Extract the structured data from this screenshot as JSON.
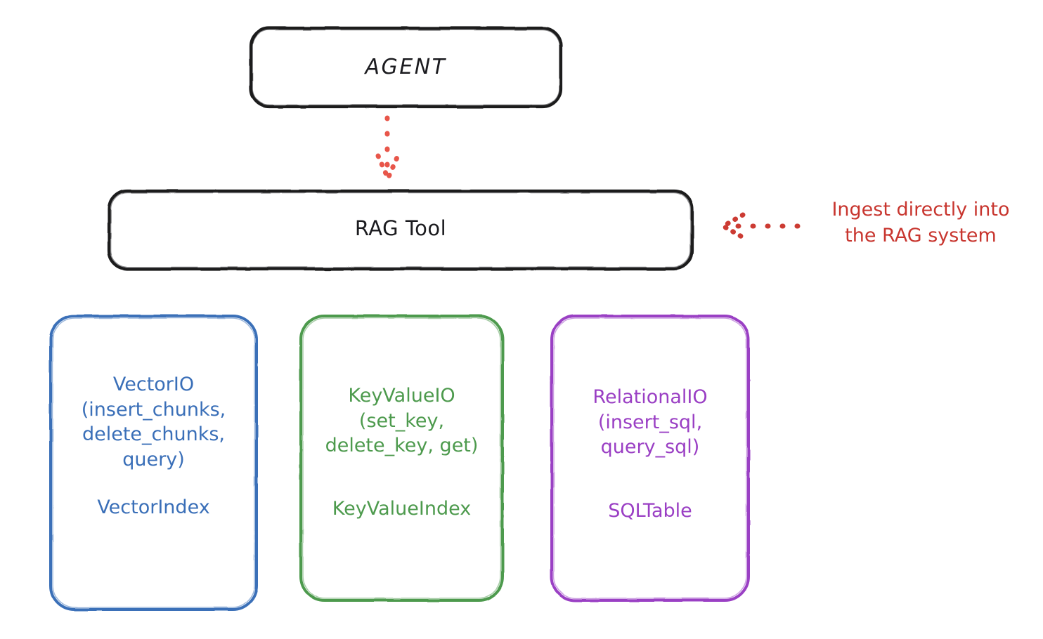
{
  "diagram": {
    "title_node": {
      "label": "AGENT"
    },
    "tool_node": {
      "label": "RAG Tool"
    },
    "annotation": {
      "text": "Ingest directly into\nthe RAG system",
      "color": "#c8362f"
    },
    "arrows": [
      {
        "name": "agent-to-rag",
        "style": "dotted",
        "direction": "down",
        "color": "#e8564a"
      },
      {
        "name": "ingest-to-rag",
        "style": "dotted",
        "direction": "left",
        "color": "#cc3b33"
      }
    ],
    "providers": [
      {
        "id": "vector",
        "color": "#3a6fb8",
        "api": "VectorIO\n(insert_chunks,\ndelete_chunks,\nquery)",
        "index": "VectorIndex"
      },
      {
        "id": "keyvalue",
        "color": "#4d9a4d",
        "api": "KeyValueIO\n(set_key,\ndelete_key, get)",
        "index": "KeyValueIndex"
      },
      {
        "id": "relational",
        "color": "#9a3fc4",
        "api": "RelationalIO\n(insert_sql,\nquery_sql)",
        "index": "SQLTable"
      }
    ]
  }
}
